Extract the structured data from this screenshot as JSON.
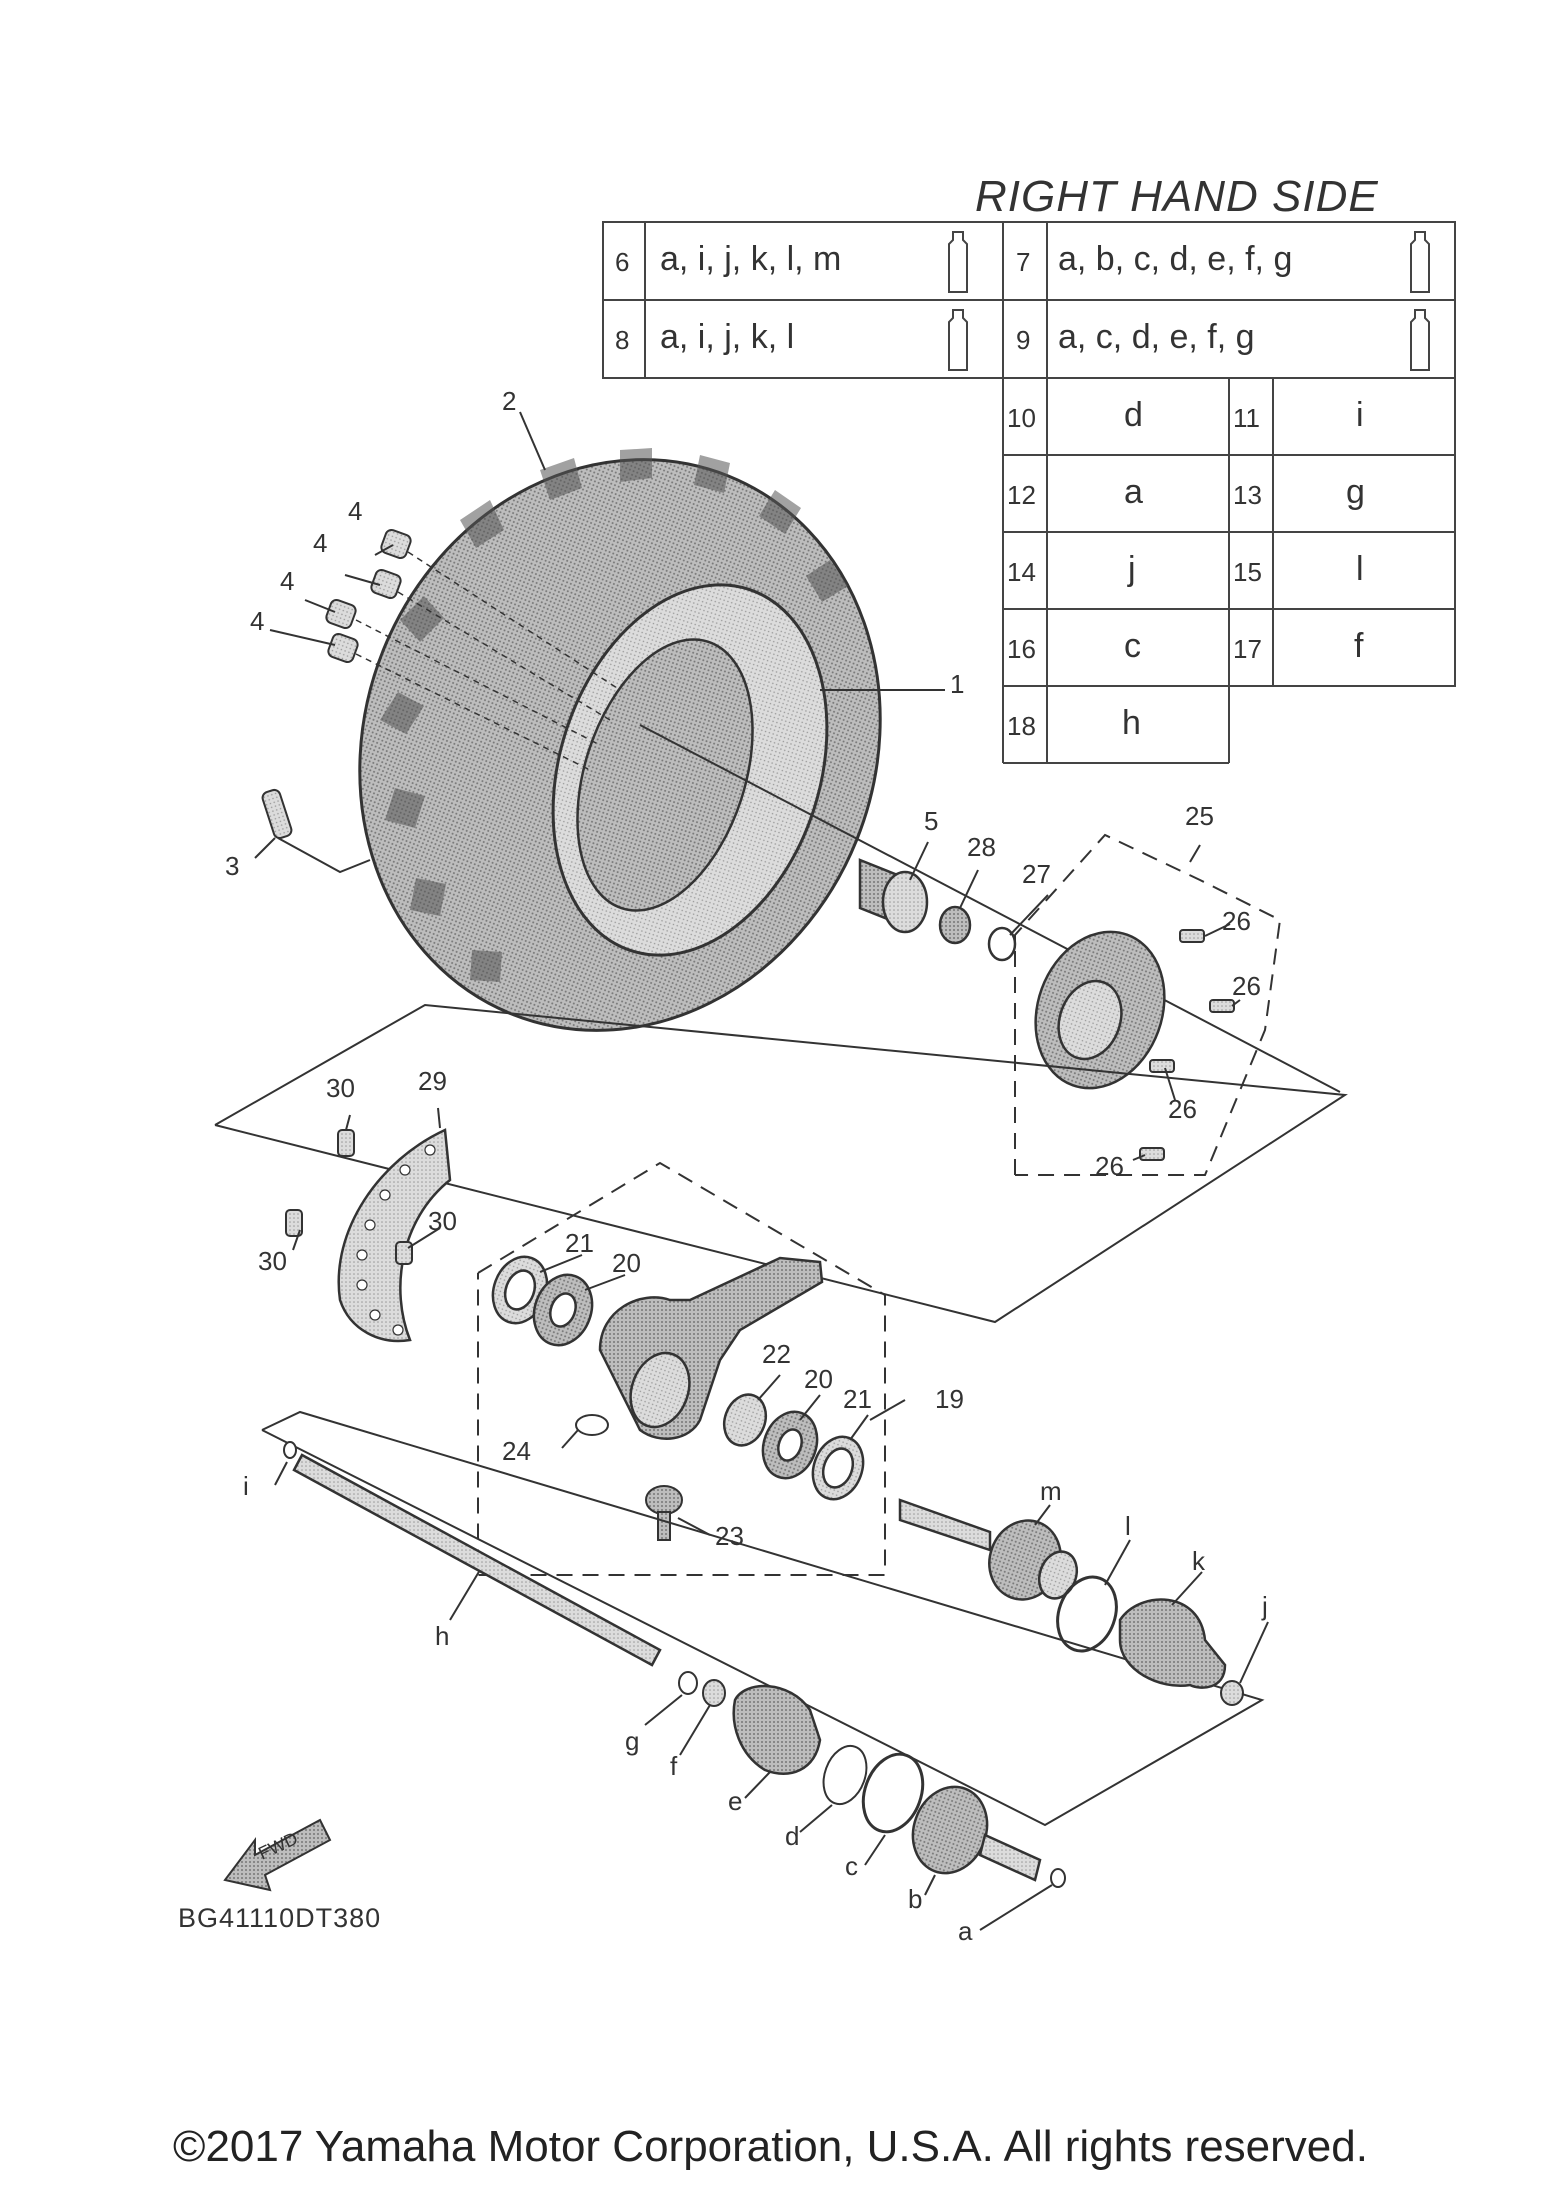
{
  "header": {
    "title": "RIGHT HAND SIDE"
  },
  "grease_table": [
    {
      "num": "6",
      "parts": "a, i, j, k, l, m"
    },
    {
      "num": "7",
      "parts": "a, b, c, d, e, f, g"
    },
    {
      "num": "8",
      "parts": "a, i, j, k, l"
    },
    {
      "num": "9",
      "parts": "a, c, d, e, f, g"
    }
  ],
  "pair_table": [
    {
      "num": "10",
      "letter": "d"
    },
    {
      "num": "11",
      "letter": "i"
    },
    {
      "num": "12",
      "letter": "a"
    },
    {
      "num": "13",
      "letter": "g"
    },
    {
      "num": "14",
      "letter": "j"
    },
    {
      "num": "15",
      "letter": "l"
    },
    {
      "num": "16",
      "letter": "c"
    },
    {
      "num": "17",
      "letter": "f"
    },
    {
      "num": "18",
      "letter": "h"
    }
  ],
  "callouts": {
    "n1": "1",
    "n2": "2",
    "n3": "3",
    "n4a": "4",
    "n4b": "4",
    "n4c": "4",
    "n4d": "4",
    "n5": "5",
    "n28": "28",
    "n27": "27",
    "n25": "25",
    "n26a": "26",
    "n26b": "26",
    "n26c": "26",
    "n26d": "26",
    "n29": "29",
    "n30a": "30",
    "n30b": "30",
    "n30c": "30",
    "n21a": "21",
    "n20a": "20",
    "n22": "22",
    "n20b": "20",
    "n21b": "21",
    "n19": "19",
    "n24": "24",
    "n23": "23",
    "m": "m",
    "l": "l",
    "k": "k",
    "j": "j",
    "i": "i",
    "h": "h",
    "g": "g",
    "f": "f",
    "e": "e",
    "d": "d",
    "c": "c",
    "b": "b",
    "a": "a"
  },
  "fwd_label": "FWD",
  "drawing_code": "BG41110DT380",
  "copyright": "©2017 Yamaha Motor Corporation, U.S.A. All rights reserved."
}
